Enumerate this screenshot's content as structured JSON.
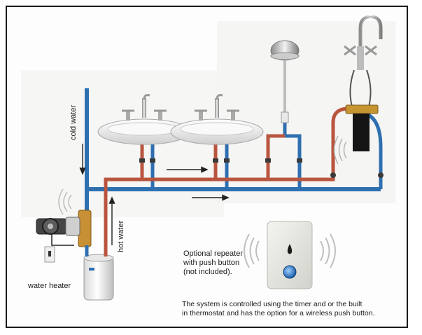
{
  "labels": {
    "cold_water": "cold water",
    "hot_water": "hot water",
    "water_heater": "water heater",
    "repeater_line1": "Optional repeater",
    "repeater_line2": "with push button",
    "repeater_line3": "(not included).",
    "system_line1": "The system  is controlled using the timer and or the built",
    "system_line2": "in thermostat and has the option for a wireless push button."
  },
  "colors": {
    "cold_pipe": "#2f6fb0",
    "hot_pipe": "#b9553f",
    "frame": "#1a1a1a",
    "repeater_body": "#e6e6e0"
  }
}
